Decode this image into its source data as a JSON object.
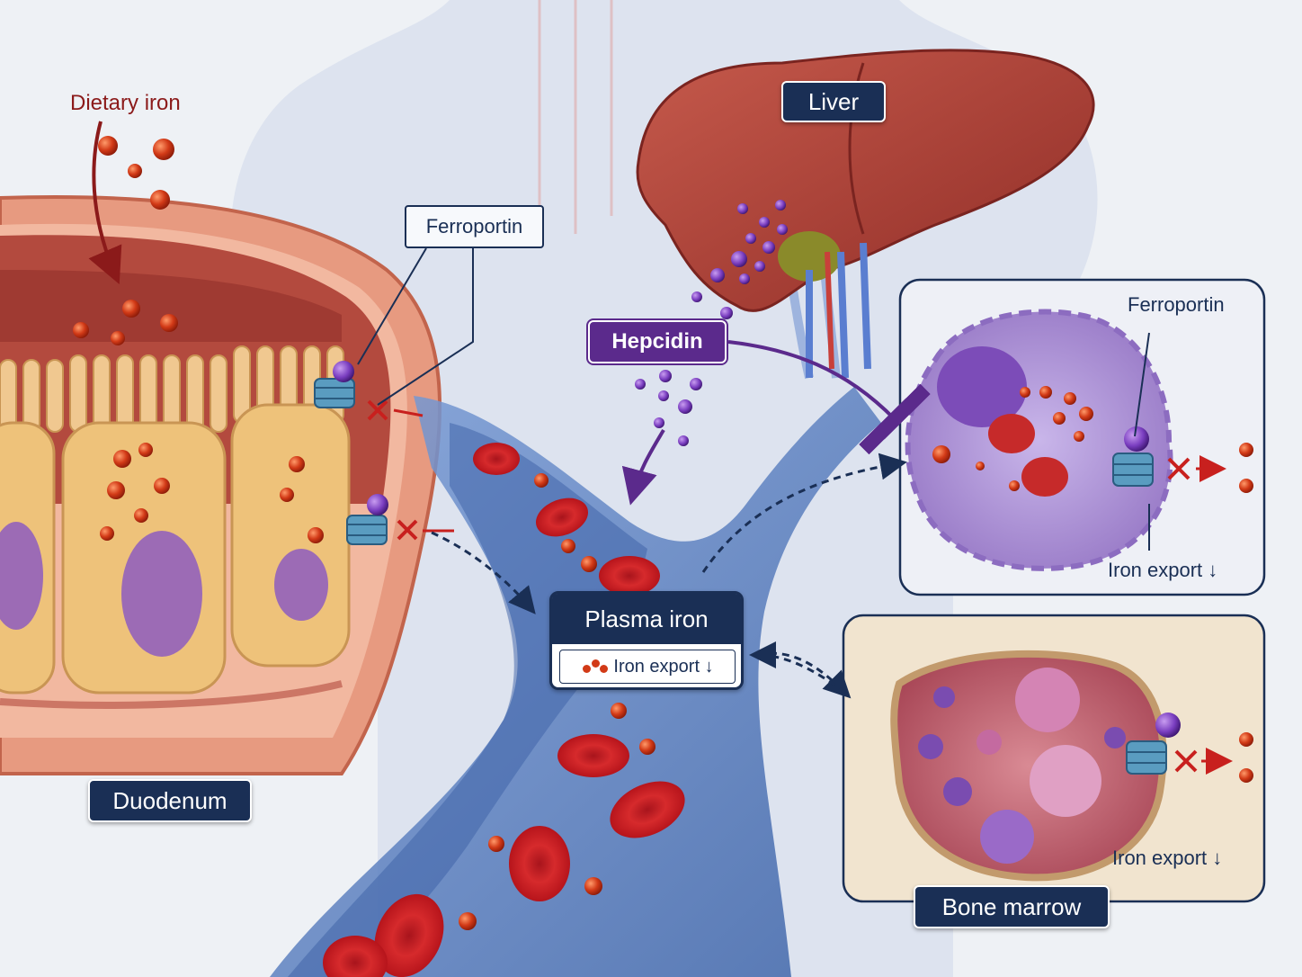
{
  "labels": {
    "dietary_iron": "Dietary iron",
    "ferroportin_duodenum": "Ferroportin",
    "liver": "Liver",
    "hepcidin": "Hepcidin",
    "ferroportin_macrophage": "Ferroportin",
    "macrophage_iron_export": "Iron export ↓",
    "plasma_iron": "Plasma iron",
    "plasma_iron_export": "Iron export ↓",
    "duodenum": "Duodenum",
    "marrow_iron_export": "Iron export ↓",
    "bone_marrow": "Bone marrow"
  },
  "colors": {
    "navy": "#1a2f55",
    "hepcidin_purple": "#5b2a8c",
    "iron_red": "#d23a17",
    "ferroportin_blue": "#5a9cc0",
    "block_red": "#c8201e",
    "liver": "#a83a32",
    "vessel_blue": "#5d86c8",
    "duodenum_wall": "#e79a80",
    "enterocyte": "#eec27a",
    "macrophage": "#b8a0d8",
    "marrow": "#c7697a"
  },
  "icons": {
    "ferroportin": "ferroportin-channel-icon",
    "block": "x-block-icon",
    "hepcidin": "hepcidin-molecule-icon",
    "iron": "iron-particle-icon"
  }
}
